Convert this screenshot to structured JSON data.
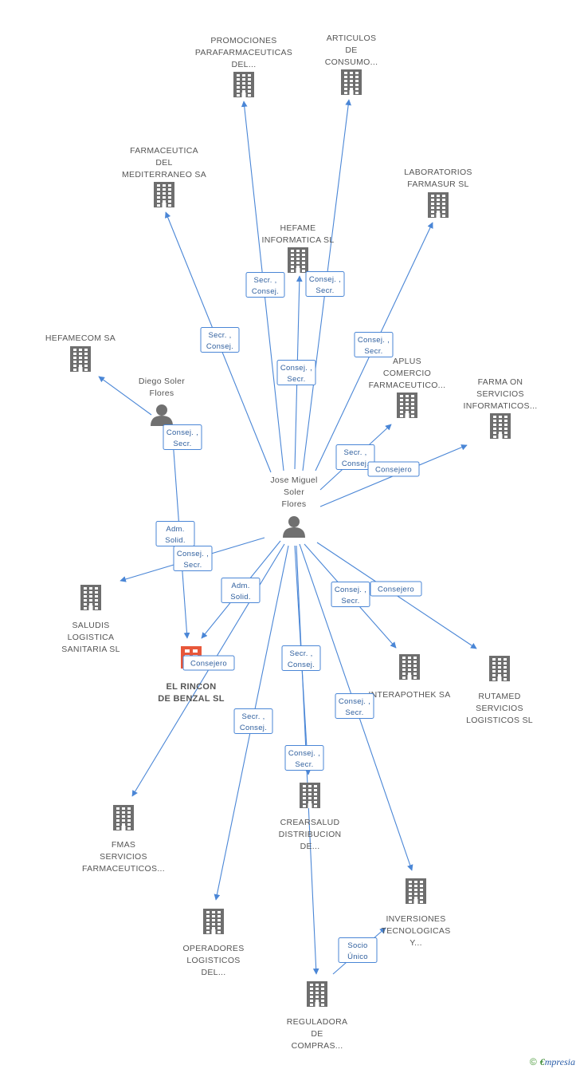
{
  "colors": {
    "edge": "#4a86d6",
    "company": "#6e6e6e",
    "person": "#707070",
    "focus": "#e8573a",
    "label": "#555555"
  },
  "nodes": [
    {
      "id": "promociones",
      "type": "company",
      "lines": [
        "PROMOCIONES",
        "PARAFARMACEUTICAS",
        "DEL..."
      ]
    },
    {
      "id": "articulos",
      "type": "company",
      "lines": [
        "ARTICULOS",
        "DE",
        "CONSUMO..."
      ]
    },
    {
      "id": "farmaceutica",
      "type": "company",
      "lines": [
        "FARMACEUTICA",
        "DEL",
        "MEDITERRANEO SA"
      ]
    },
    {
      "id": "laboratorios",
      "type": "company",
      "lines": [
        "LABORATORIOS",
        "FARMASUR SL"
      ]
    },
    {
      "id": "hefame_inf",
      "type": "company",
      "lines": [
        "HEFAME",
        "INFORMATICA SL"
      ]
    },
    {
      "id": "hefamecom",
      "type": "company",
      "lines": [
        "HEFAMECOM SA"
      ]
    },
    {
      "id": "diego",
      "type": "person",
      "lines": [
        "Diego Soler",
        "Flores"
      ]
    },
    {
      "id": "aplus",
      "type": "company",
      "lines": [
        "APLUS",
        "COMERCIO",
        "FARMACEUTICO..."
      ]
    },
    {
      "id": "farmaon",
      "type": "company",
      "lines": [
        "FARMA ON",
        "SERVICIOS",
        "INFORMATICOS..."
      ]
    },
    {
      "id": "jose",
      "type": "person",
      "lines": [
        "Jose Miguel",
        "Soler",
        "Flores"
      ]
    },
    {
      "id": "saludis",
      "type": "company",
      "lines": [
        "SALUDIS",
        "LOGISTICA",
        "SANITARIA  SL"
      ]
    },
    {
      "id": "rincon",
      "type": "focus",
      "lines": [
        "EL RINCON",
        "DE BENZAL SL"
      ]
    },
    {
      "id": "interapothek",
      "type": "company",
      "lines": [
        "INTERAPOTHEK SA"
      ]
    },
    {
      "id": "rutamed",
      "type": "company",
      "lines": [
        "RUTAMED",
        "SERVICIOS",
        "LOGISTICOS  SL"
      ]
    },
    {
      "id": "crearsalud",
      "type": "company",
      "lines": [
        "CREARSALUD",
        "DISTRIBUCION",
        "DE..."
      ]
    },
    {
      "id": "fmas",
      "type": "company",
      "lines": [
        "FMAS",
        "SERVICIOS",
        "FARMACEUTICOS..."
      ]
    },
    {
      "id": "inversiones",
      "type": "company",
      "lines": [
        "INVERSIONES",
        "TECNOLOGICAS",
        "Y..."
      ]
    },
    {
      "id": "operadores",
      "type": "company",
      "lines": [
        "OPERADORES",
        "LOGISTICOS",
        "DEL..."
      ]
    },
    {
      "id": "reguladora",
      "type": "company",
      "lines": [
        "REGULADORA",
        "DE",
        "COMPRAS..."
      ]
    }
  ],
  "edges": [
    {
      "from": "jose",
      "to": "promociones",
      "label": [
        "Secr. ,",
        "Consej."
      ]
    },
    {
      "from": "jose",
      "to": "articulos",
      "label": [
        "Consej. ,",
        "Secr."
      ]
    },
    {
      "from": "jose",
      "to": "farmaceutica",
      "label": [
        "Secr. ,",
        "Consej."
      ]
    },
    {
      "from": "jose",
      "to": "hefame_inf",
      "label": [
        "Consej. ,",
        "Secr."
      ]
    },
    {
      "from": "jose",
      "to": "laboratorios",
      "label": [
        "Consej. ,",
        "Secr."
      ]
    },
    {
      "from": "jose",
      "to": "aplus",
      "label": [
        "Secr. ,",
        "Consej."
      ]
    },
    {
      "from": "jose",
      "to": "farmaon",
      "label": [
        "Consejero"
      ]
    },
    {
      "from": "diego",
      "to": "hefamecom",
      "label": [
        "Consej. ,",
        "Secr."
      ]
    },
    {
      "from": "diego",
      "to": "rincon",
      "label": [
        "Adm.",
        "Solid."
      ]
    },
    {
      "from": "jose",
      "to": "saludis",
      "label": [
        "Consej. ,",
        "Secr."
      ]
    },
    {
      "from": "jose",
      "to": "rincon",
      "label": [
        "Adm.",
        "Solid."
      ]
    },
    {
      "from": "jose",
      "to": "interapothek",
      "label": [
        "Consej. ,",
        "Secr."
      ]
    },
    {
      "from": "jose",
      "to": "rutamed",
      "label": [
        "Consejero"
      ]
    },
    {
      "from": "jose",
      "to": "crearsalud",
      "label": [
        "Secr. ,",
        "Consej."
      ]
    },
    {
      "from": "jose",
      "to": "fmas",
      "label": [
        "Consejero"
      ]
    },
    {
      "from": "jose",
      "to": "operadores",
      "label": [
        "Secr. ,",
        "Consej."
      ]
    },
    {
      "from": "jose",
      "to": "reguladora",
      "label": [
        "Consej. ,",
        "Secr."
      ]
    },
    {
      "from": "jose",
      "to": "inversiones",
      "label": [
        "Consej. ,",
        "Secr."
      ]
    },
    {
      "from": "reguladora",
      "to": "inversiones",
      "label": [
        "Socio",
        "Único"
      ]
    }
  ],
  "copyright": {
    "symbol": "©",
    "brand_initial": "€",
    "brand_rest": "mpresia"
  }
}
